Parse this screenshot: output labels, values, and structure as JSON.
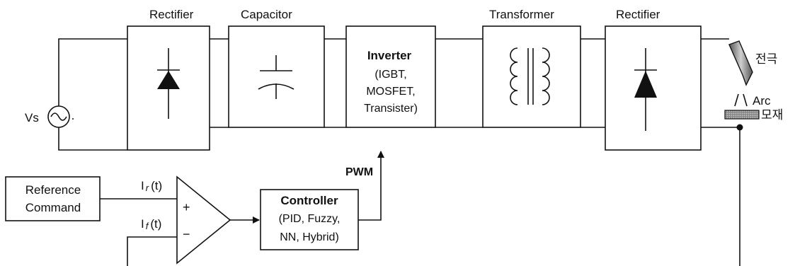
{
  "labels": {
    "source": "Vs",
    "rectifier1_title": "Rectifier",
    "capacitor_title": "Capacitor",
    "inverter_title": "Inverter",
    "inverter_line1": "(IGBT,",
    "inverter_line2": "MOSFET,",
    "inverter_line3": "Transister)",
    "transformer_title": "Transformer",
    "rectifier2_title": "Rectifier",
    "electrode": "전극",
    "arc": "Arc",
    "workpiece": "모재",
    "pwm": "PWM",
    "reference_line1": "Reference",
    "reference_line2": "Command",
    "ir_main": "I",
    "ir_sub": "r",
    "ir_arg": "(t)",
    "if_main": "I",
    "if_sub": "f",
    "if_arg": "(t)",
    "plus": "+",
    "minus": "−",
    "controller_title": "Controller",
    "controller_line1": "(PID, Fuzzy,",
    "controller_line2": "NN, Hybrid)"
  }
}
